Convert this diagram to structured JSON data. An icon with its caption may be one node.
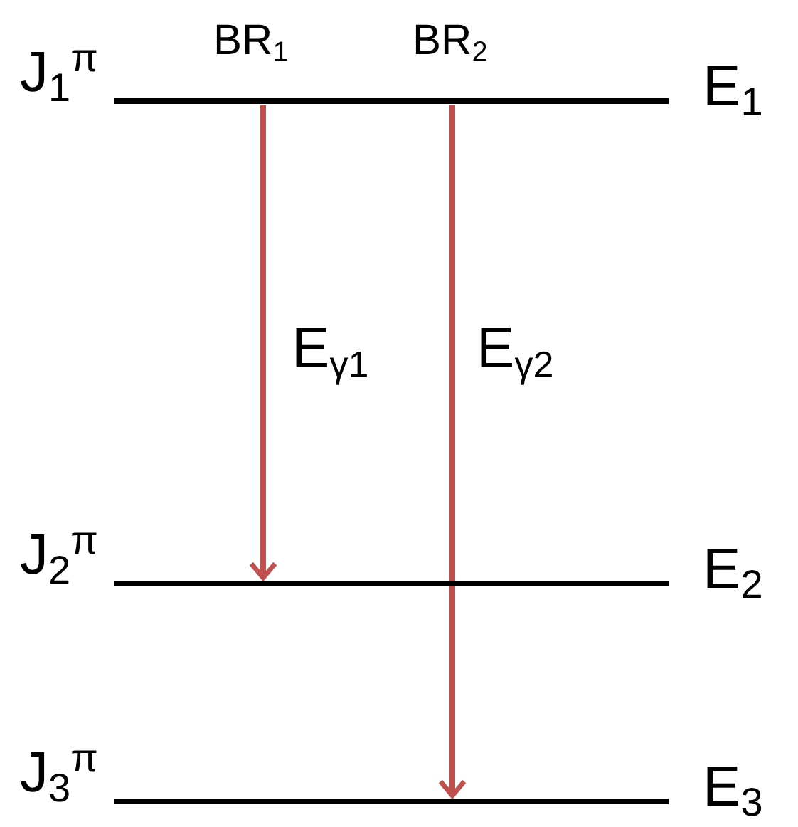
{
  "diagram": {
    "nodes": [
      {
        "text": [],
        "shape": "bar",
        "beside": [
          "J$_{1}$$^{π}$",
          "E$_{1}$"
        ]
      },
      {
        "text": [],
        "shape": "bar",
        "beside": [
          "J$_{2}$$^{π}$",
          "E$_{2}$"
        ]
      },
      {
        "text": [],
        "shape": "bar",
        "beside": [
          "J$_{3}$$^{π}$",
          "E$_{3}$"
        ]
      }
    ],
    "edges": [
      {
        "from": 0,
        "to": 1,
        "arrow": "to",
        "label": "E$_{γ1}$",
        "color": "#c0504d"
      },
      {
        "from": 0,
        "to": 2,
        "arrow": "to",
        "label": "E$_{γ2}$",
        "color": "#c0504d"
      }
    ],
    "labels": [
      "BR$_{1}$",
      "BR$_{2}$"
    ]
  }
}
